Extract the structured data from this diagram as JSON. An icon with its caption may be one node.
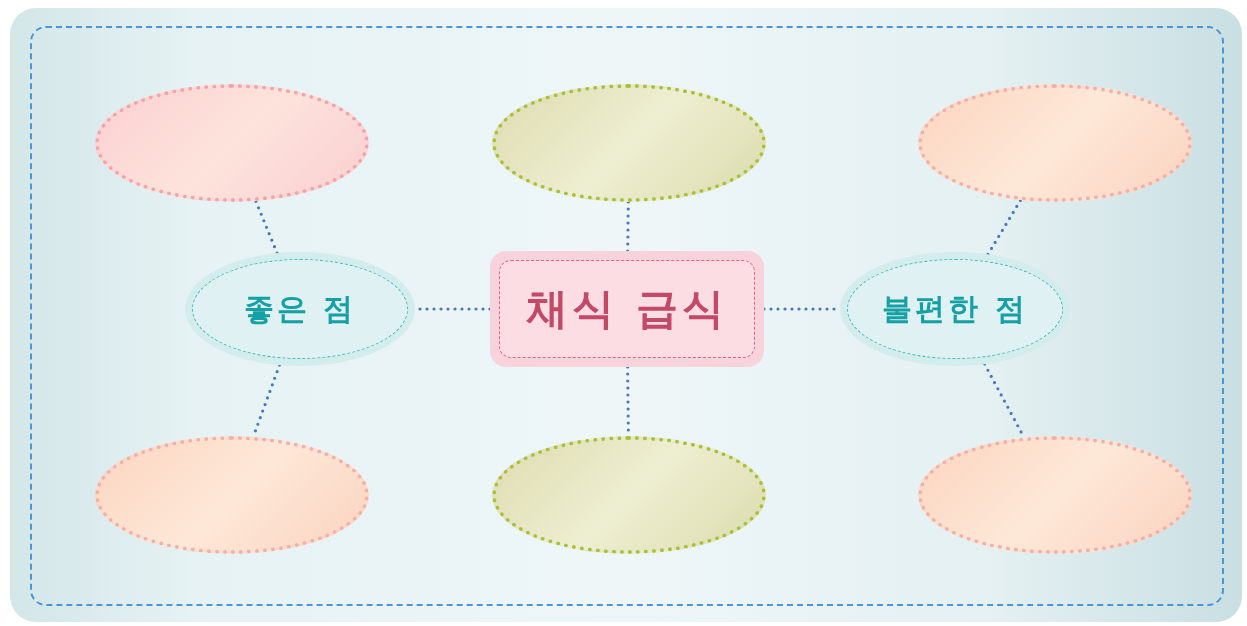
{
  "diagram": {
    "nodes": [
      {
        "text": [],
        "shape": "ellipse"
      },
      {
        "text": [],
        "shape": "ellipse"
      },
      {
        "text": [],
        "shape": "ellipse"
      },
      {
        "text": [
          "좋은 점"
        ]
      },
      {
        "text": [
          "채식 급식"
        ]
      },
      {
        "text": [
          "불편한 점"
        ]
      },
      {
        "text": [],
        "shape": "ellipse"
      },
      {
        "text": [],
        "shape": "ellipse"
      },
      {
        "text": [],
        "shape": "ellipse"
      }
    ],
    "edges": [
      {
        "from": 4,
        "to": 3,
        "arrow": "none"
      },
      {
        "from": 4,
        "to": 5,
        "arrow": "none"
      },
      {
        "from": 4,
        "to": 1,
        "arrow": "none"
      },
      {
        "from": 4,
        "to": 7,
        "arrow": "none"
      },
      {
        "from": 3,
        "to": 0,
        "arrow": "none"
      },
      {
        "from": 3,
        "to": 6,
        "arrow": "none"
      },
      {
        "from": 5,
        "to": 2,
        "arrow": "none"
      },
      {
        "from": 5,
        "to": 8,
        "arrow": "none"
      }
    ]
  }
}
